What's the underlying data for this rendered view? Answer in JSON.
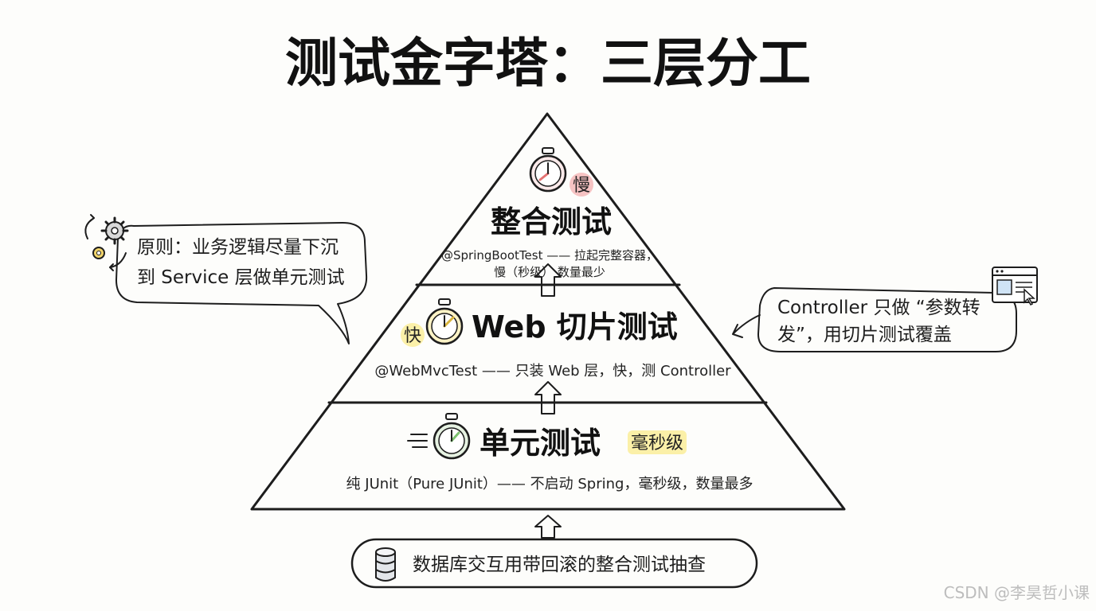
{
  "title": "测试金字塔：三层分工",
  "tiers": {
    "top": {
      "title": "整合测试",
      "speed_tag": "慢",
      "desc_line1": "@SpringBootTest —— 拉起完整容器，",
      "desc_line2": "慢（秒级）     数量最少"
    },
    "middle": {
      "title": "Web 切片测试",
      "speed_tag": "快",
      "desc": "@WebMvcTest —— 只装 Web 层，快，测 Controller"
    },
    "bottom": {
      "title": "单元测试",
      "speed_tag": "毫秒级",
      "desc": "纯 JUnit（Pure JUnit）—— 不启动 Spring，毫秒级，数量最多"
    }
  },
  "notes": {
    "left_line1": "原则：业务逻辑尽量下沉",
    "left_line2": "到 Service 层做单元测试",
    "right_line1": "Controller 只做 “参数转",
    "right_line2": "发”，用切片测试覆盖",
    "bottom": "数据库交互用带回滚的整合测试抽查"
  },
  "icons": {
    "top": "stopwatch-icon",
    "middle": "stopwatch-icon",
    "bottom": "stopwatch-icon",
    "left": "gears-icon",
    "right": "browser-window-icon",
    "bottom_note": "database-icon"
  },
  "colors": {
    "slow": "#e57373",
    "fast": "#f2d56b",
    "ms": "#7cc16f",
    "highlight_yellow": "#fbf0a8",
    "highlight_red": "#f6c3c3"
  },
  "watermark": "CSDN @李昊哲小课"
}
